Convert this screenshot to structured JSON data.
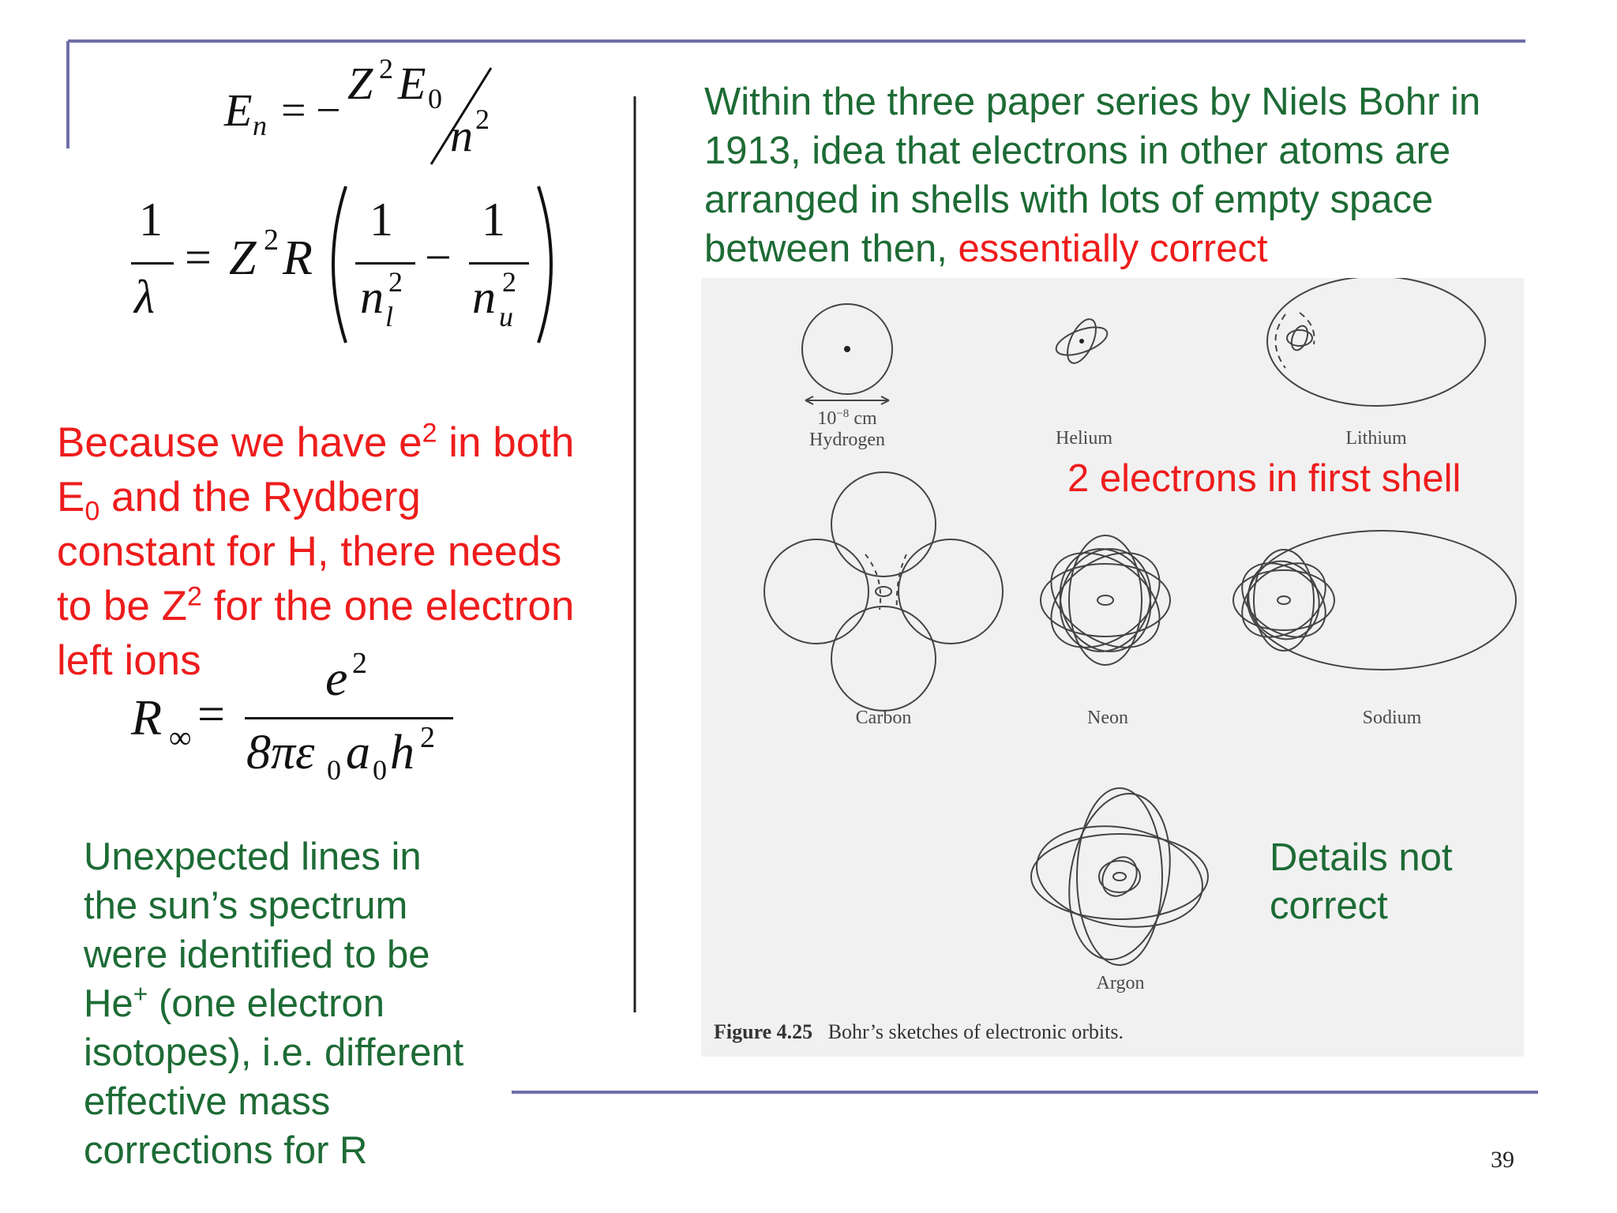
{
  "top_right_text": {
    "line1": "Within the three paper series by Niels Bohr in",
    "line2": "1913, idea that electrons in other atoms are",
    "line3": "arranged in shells with lots of empty space",
    "line4_green": "between then, ",
    "line4_red": "essentially correct"
  },
  "red_paragraph": {
    "l1a": "Because we have e",
    "l1sup": "2",
    "l1b": " in both",
    "l2a": "E",
    "l2sub": "0",
    "l2b": " and the Rydberg",
    "l3": "constant for H, there needs",
    "l4a": "to be Z",
    "l4sup": "2",
    "l4b": " for the one electron",
    "l5": "left ions"
  },
  "green_paragraph": {
    "l1": "Unexpected lines in",
    "l2": "the sun’s spectrum",
    "l3": "were identified to be",
    "l4a": "He",
    "l4sup": "+",
    "l4b": " (one electron",
    "l5": "isotopes), i.e. different",
    "l6": "effective mass",
    "l7": "corrections for R"
  },
  "figure": {
    "label_bold": "Figure 4.25",
    "label_rest": "Bohr’s sketches of electronic orbits.",
    "scale_text": "10",
    "scale_exp": "−8",
    "scale_unit": "cm",
    "atoms": {
      "hydrogen": "Hydrogen",
      "helium": "Helium",
      "lithium": "Lithium",
      "carbon": "Carbon",
      "neon": "Neon",
      "sodium": "Sodium",
      "argon": "Argon"
    }
  },
  "annotations": {
    "first_shell": "2 electrons in first shell",
    "details_l1": "Details not",
    "details_l2": "correct"
  },
  "equations": {
    "e_n_sym": "E",
    "e_n_sub": "n",
    "equals": "=",
    "minus": "−",
    "z": "Z",
    "two": "2",
    "e0": "E",
    "zero": "0",
    "n": "n",
    "one": "1",
    "lambda": "λ",
    "r": "R",
    "sub_l": "l",
    "sub_u": "u",
    "r_inf": "R",
    "inf": "∞",
    "e": "e",
    "den": "8πε",
    "a": "a",
    "h": "h"
  },
  "page_number": "39",
  "colors": {
    "green": "#1d6b35",
    "red": "#ee1c1c",
    "rule": "#6f6fa8"
  }
}
